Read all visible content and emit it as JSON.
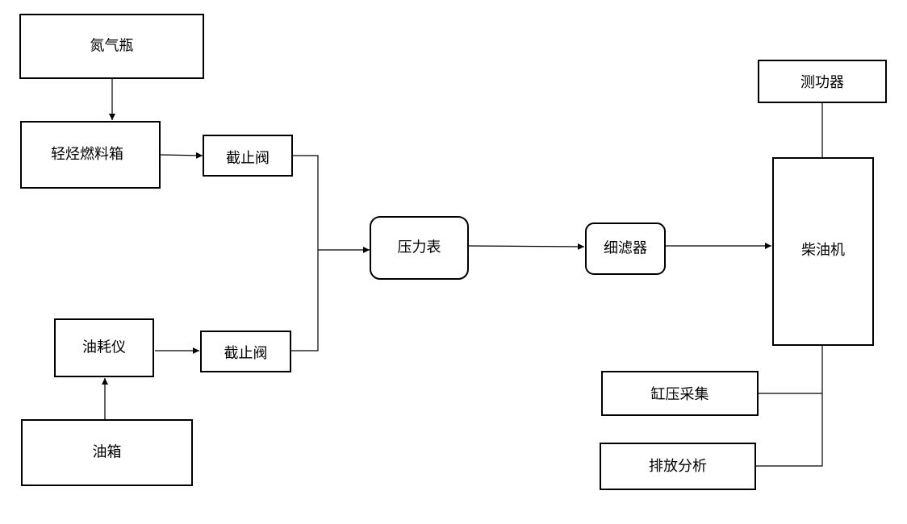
{
  "nodes": {
    "nitrogen_bottle": "氮气瓶",
    "light_fuel_tank": "轻烃燃料箱",
    "shutoff_valve_top": "截止阀",
    "fuel_meter": "油耗仪",
    "shutoff_valve_bottom": "截止阀",
    "oil_tank": "油箱",
    "pressure_gauge": "压力表",
    "fine_filter": "细滤器",
    "dynamometer": "测功器",
    "diesel_engine": "柴油机",
    "cylinder_pressure_acquisition": "缸压采集",
    "emission_analysis": "排放分析"
  }
}
